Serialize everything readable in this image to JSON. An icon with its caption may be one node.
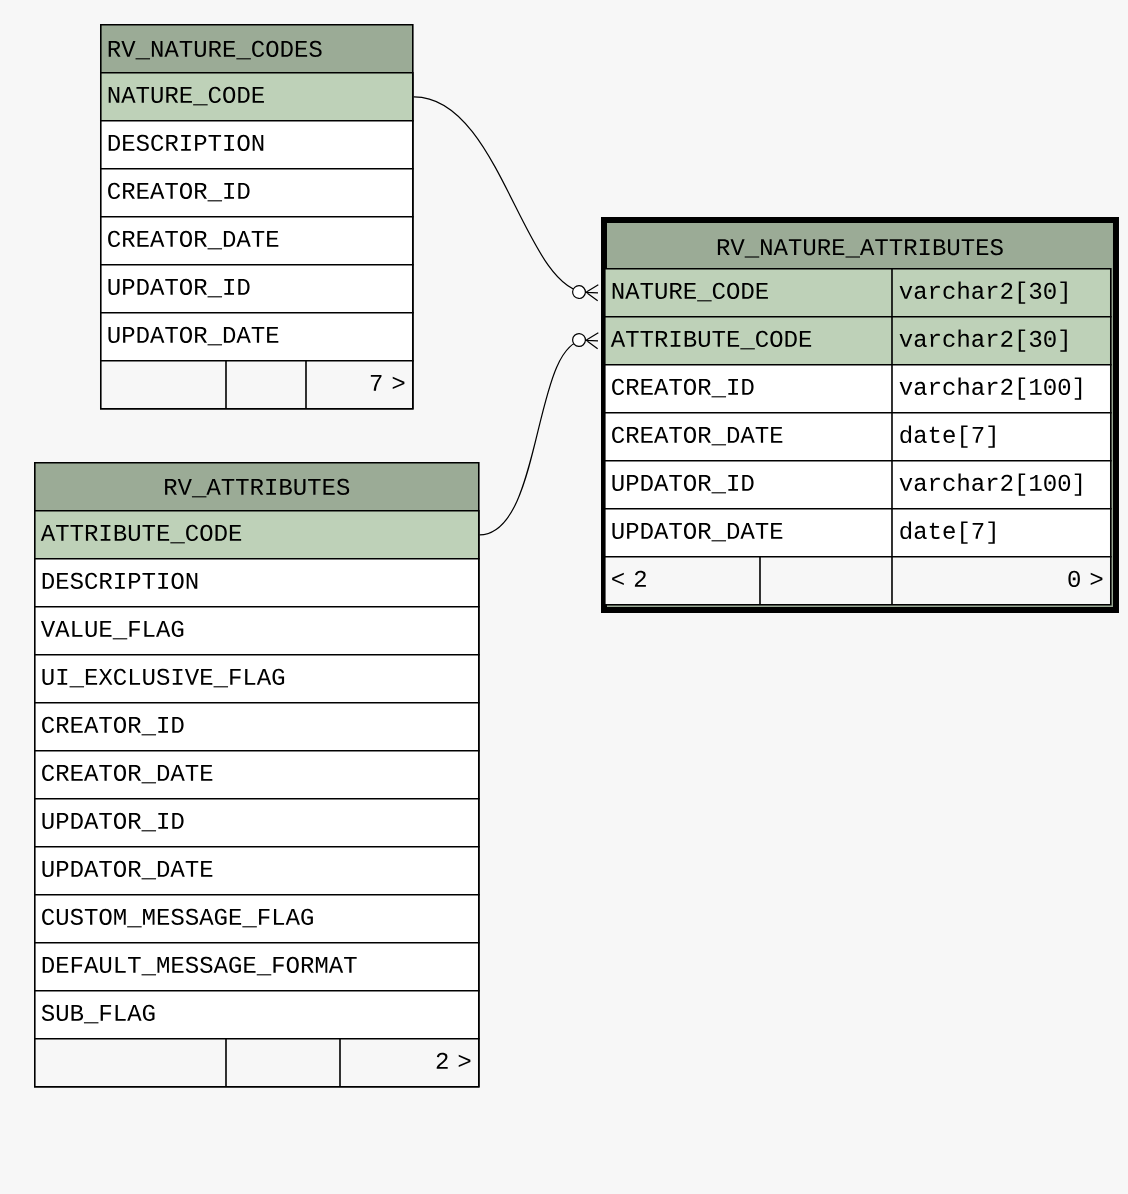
{
  "diagram": {
    "nodes": [
      {
        "text": [
          "RV_NATURE_CODES"
        ]
      },
      {
        "text": [
          "NATURE_CODE"
        ],
        "in": 0
      },
      {
        "text": [
          "DESCRIPTION"
        ],
        "in": 0
      },
      {
        "text": [
          "CREATOR_ID"
        ],
        "in": 0
      },
      {
        "text": [
          "CREATOR_DATE"
        ],
        "in": 0
      },
      {
        "text": [
          "UPDATOR_ID"
        ],
        "in": 0
      },
      {
        "text": [
          "UPDATOR_DATE"
        ],
        "in": 0
      },
      {
        "text": [
          "7 >"
        ],
        "in": 0
      },
      {
        "text": [
          "RV_NATURE_ATTRIBUTES"
        ]
      },
      {
        "text": [
          "NATURE_CODE",
          "varchar2[30]"
        ],
        "in": 8
      },
      {
        "text": [
          "ATTRIBUTE_CODE",
          "varchar2[30]"
        ],
        "in": 8
      },
      {
        "text": [
          "CREATOR_ID",
          "varchar2[100]"
        ],
        "in": 8
      },
      {
        "text": [
          "CREATOR_DATE",
          "date[7]"
        ],
        "in": 8
      },
      {
        "text": [
          "UPDATOR_ID",
          "varchar2[100]"
        ],
        "in": 8
      },
      {
        "text": [
          "UPDATOR_DATE",
          "date[7]"
        ],
        "in": 8
      },
      {
        "text": [
          "< 2",
          "0 >"
        ],
        "in": 8
      },
      {
        "text": [
          "RV_ATTRIBUTES"
        ]
      },
      {
        "text": [
          "ATTRIBUTE_CODE"
        ],
        "in": 16
      },
      {
        "text": [
          "DESCRIPTION"
        ],
        "in": 16
      },
      {
        "text": [
          "VALUE_FLAG"
        ],
        "in": 16
      },
      {
        "text": [
          "UI_EXCLUSIVE_FLAG"
        ],
        "in": 16
      },
      {
        "text": [
          "CREATOR_ID"
        ],
        "in": 16
      },
      {
        "text": [
          "CREATOR_DATE"
        ],
        "in": 16
      },
      {
        "text": [
          "UPDATOR_ID"
        ],
        "in": 16
      },
      {
        "text": [
          "UPDATOR_DATE"
        ],
        "in": 16
      },
      {
        "text": [
          "CUSTOM_MESSAGE_FLAG"
        ],
        "in": 16
      },
      {
        "text": [
          "DEFAULT_MESSAGE_FORMAT"
        ],
        "in": 16
      },
      {
        "text": [
          "SUB_FLAG"
        ],
        "in": 16
      },
      {
        "text": [
          "2 >"
        ],
        "in": 16
      }
    ],
    "edges": [
      {
        "from": 1,
        "to": 9,
        "arrow": "other"
      },
      {
        "from": 17,
        "to": 10,
        "arrow": "other"
      }
    ]
  }
}
